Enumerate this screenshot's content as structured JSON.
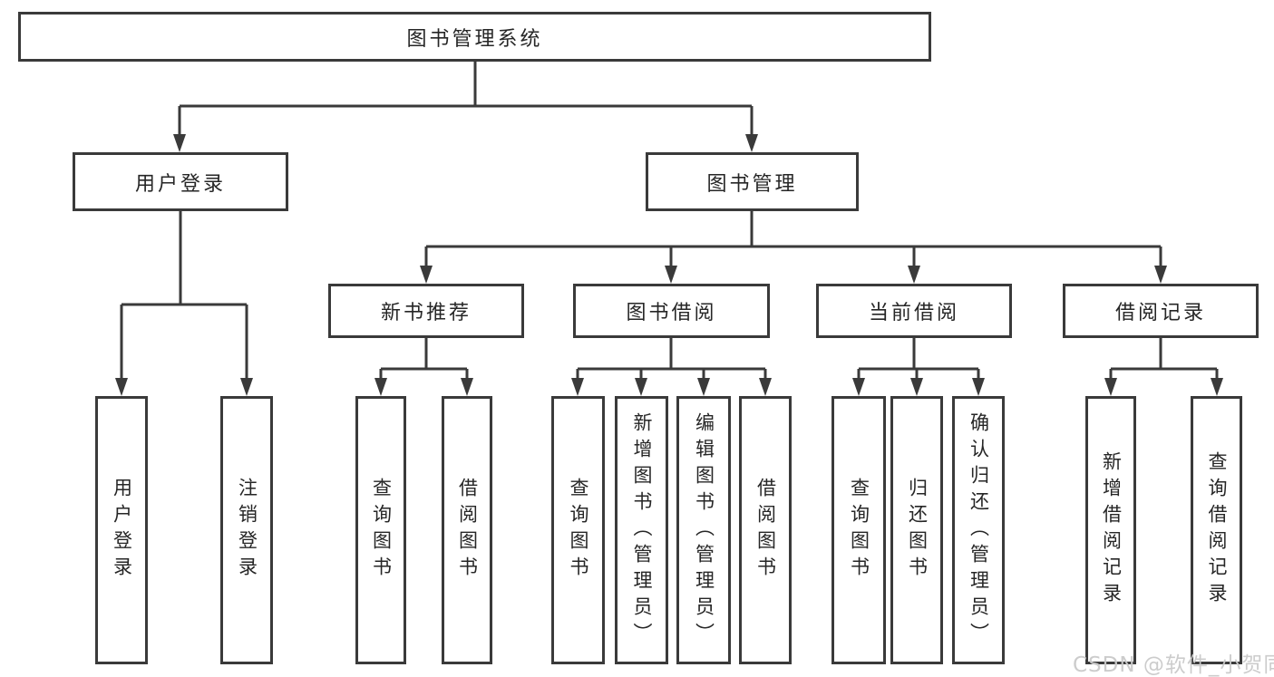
{
  "root": {
    "label": "图书管理系统"
  },
  "branches": [
    {
      "label": "用户登录",
      "children": [
        {
          "label": "用户登录"
        },
        {
          "label": "注销登录"
        }
      ]
    },
    {
      "label": "图书管理",
      "modules": [
        {
          "label": "新书推荐",
          "children": [
            {
              "label": "查询图书"
            },
            {
              "label": "借阅图书"
            }
          ]
        },
        {
          "label": "图书借阅",
          "children": [
            {
              "label": "查询图书"
            },
            {
              "label": "新增图书（管理员）"
            },
            {
              "label": "编辑图书（管理员）"
            },
            {
              "label": "借阅图书"
            }
          ]
        },
        {
          "label": "当前借阅",
          "children": [
            {
              "label": "查询图书"
            },
            {
              "label": "归还图书"
            },
            {
              "label": "确认归还（管理员）"
            }
          ]
        },
        {
          "label": "借阅记录",
          "children": [
            {
              "label": "新增借阅记录"
            },
            {
              "label": "查询借阅记录"
            }
          ]
        }
      ]
    }
  ],
  "watermark": {
    "text": "CSDN @软件_小贺同学"
  },
  "colors": {
    "line": "#3a3a3a",
    "box_border": "#3a3a3a",
    "box_fill": "#ffffff",
    "text": "#262626",
    "watermark": "#c9c9c9"
  }
}
